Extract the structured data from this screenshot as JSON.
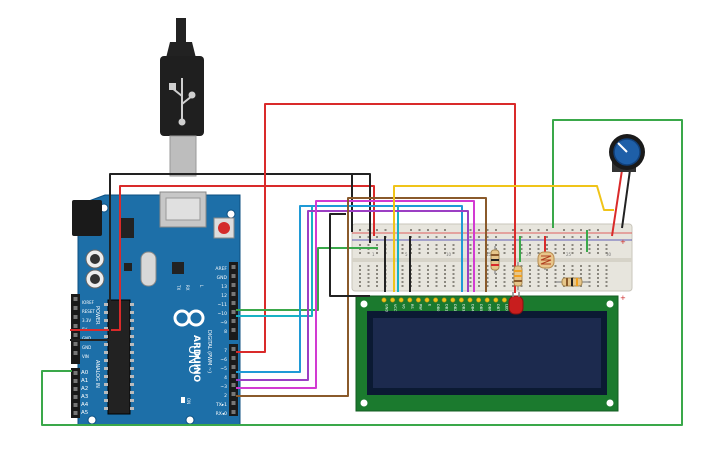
{
  "colors": {
    "board": "#1d6fa8",
    "board_dark": "#0d4f80",
    "breadboard": "#e7e5dd",
    "lcd_pcb": "#1b7a2e",
    "lcd_screen": "#1c2a4e",
    "wire_red": "#d92a2a",
    "wire_black": "#222222",
    "wire_green": "#3aa84a",
    "wire_yellow": "#f0c419",
    "wire_blue": "#1f9ad6",
    "wire_purple": "#9b3fc4",
    "wire_magenta": "#d23ad2",
    "wire_brown": "#8a5a2b",
    "wire_teal": "#18b2c4",
    "pot_knob": "#1e5fa8"
  },
  "arduino": {
    "brand": "ARDUINO",
    "model": "UNO",
    "digital_label": "DIGITAL (PWM ~)",
    "analog_label": "ANALOG IN",
    "power_label": "POWER",
    "on_label": "ON",
    "tx_label": "TX",
    "rx_label": "RX",
    "l_label": "L",
    "power_pins": [
      "IOREF",
      "RESET",
      "3.3V",
      "5V",
      "GND",
      "GND",
      "VIN"
    ],
    "analog_pins": [
      "A0",
      "A1",
      "A2",
      "A3",
      "A4",
      "A5"
    ],
    "digital_pins_top": [
      "AREF",
      "GND",
      "13",
      "12",
      "~11",
      "~10",
      "~9",
      "8"
    ],
    "digital_pins_bottom": [
      "7",
      "~6",
      "~5",
      "4",
      "~3",
      "2",
      "TX▸1",
      "RX◂0"
    ]
  },
  "lcd": {
    "pins": [
      "GND",
      "VCC",
      "V0",
      "RS",
      "RW",
      "E",
      "DB0",
      "DB1",
      "DB2",
      "DB3",
      "DB4",
      "DB5",
      "DB6",
      "DB7",
      "LED",
      "LED"
    ]
  },
  "breadboard": {
    "row_numbers": [
      "1",
      "5",
      "10",
      "15",
      "20",
      "25",
      "30"
    ]
  }
}
